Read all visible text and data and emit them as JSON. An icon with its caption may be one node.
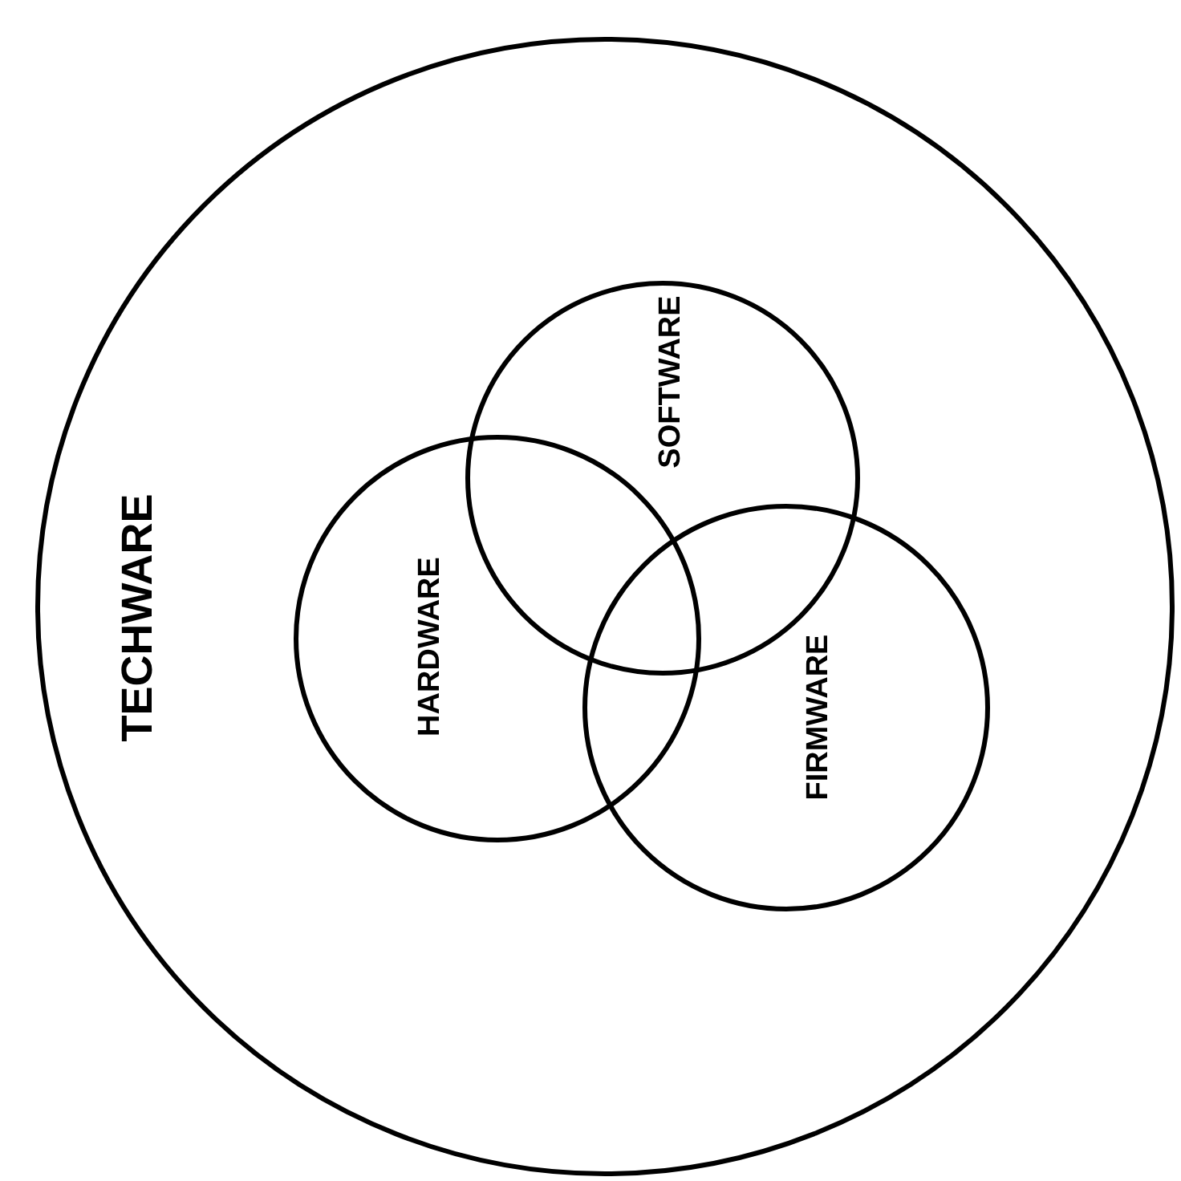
{
  "diagram": {
    "nodes": [
      {
        "text": [
          "TECHWARE"
        ]
      },
      {
        "text": [
          "SOFTWARE"
        ],
        "in": 0
      },
      {
        "text": [
          "HARDWARE"
        ],
        "in": 0
      },
      {
        "text": [
          "FIRMWARE"
        ],
        "in": 0
      }
    ]
  }
}
